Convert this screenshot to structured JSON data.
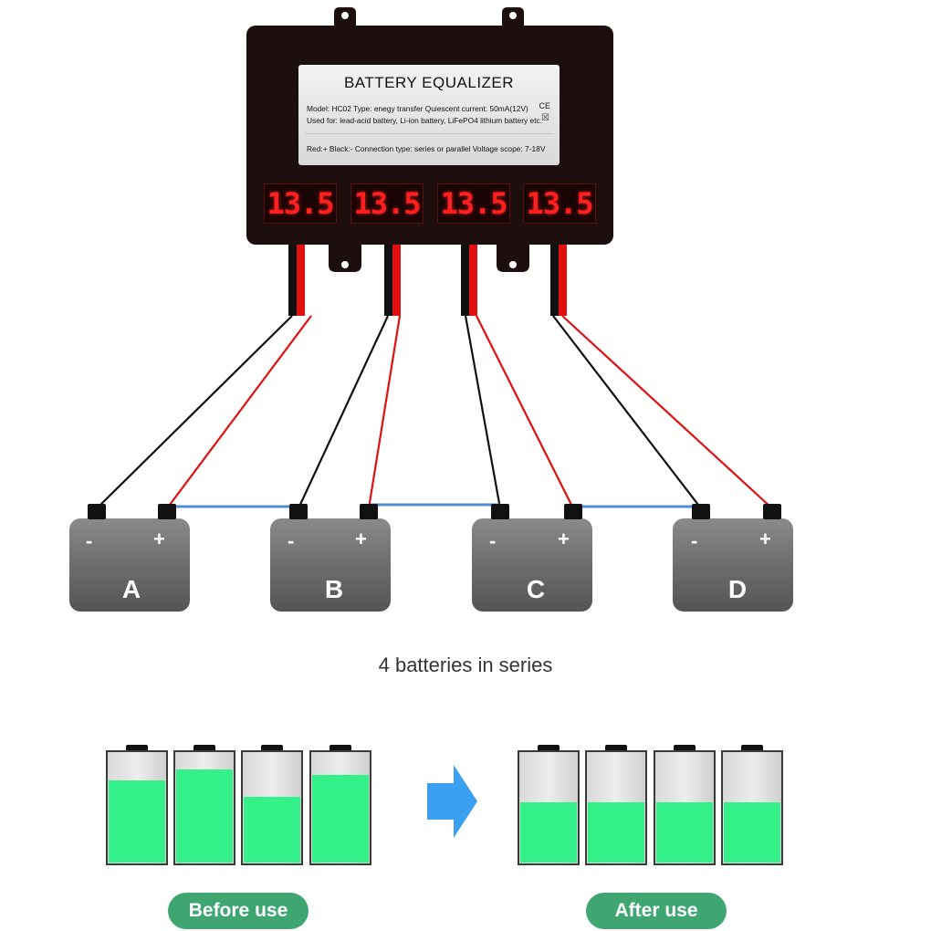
{
  "equalizer": {
    "title": "BATTERY EQUALIZER",
    "line1": "Model: HC02   Type: enegy transfer   Quiescent current: 50mA(12V)",
    "line2": "Used for: lead-acid battery, Li-ion battery, LiFePO4 lithium battery etc.",
    "line3": "Red:+  Black:-   Connection type: series or parallel  Voltage scope: 7-18V",
    "ce_mark": "CE",
    "bin_mark": "☒",
    "displays": [
      "13.5",
      "13.5",
      "13.5",
      "13.5"
    ]
  },
  "batteries": [
    {
      "letter": "A",
      "minus": "-",
      "plus": "+"
    },
    {
      "letter": "B",
      "minus": "-",
      "plus": "+"
    },
    {
      "letter": "C",
      "minus": "-",
      "plus": "+"
    },
    {
      "letter": "D",
      "minus": "-",
      "plus": "+"
    }
  ],
  "caption": "4 batteries in series",
  "before": {
    "label": "Before use",
    "levels": [
      0.75,
      0.85,
      0.6,
      0.8
    ]
  },
  "after": {
    "label": "After use",
    "levels": [
      0.55,
      0.55,
      0.55,
      0.55
    ]
  },
  "colors": {
    "device": "#1c0f0d",
    "wire_red": "#e01010",
    "wire_black": "#111111",
    "link_blue": "#4a8fd6",
    "battery_grey": "#6f6f6f",
    "charge_green": "#33f088",
    "arrow_blue": "#3ba0f0",
    "pill_green": "#3fa672"
  }
}
